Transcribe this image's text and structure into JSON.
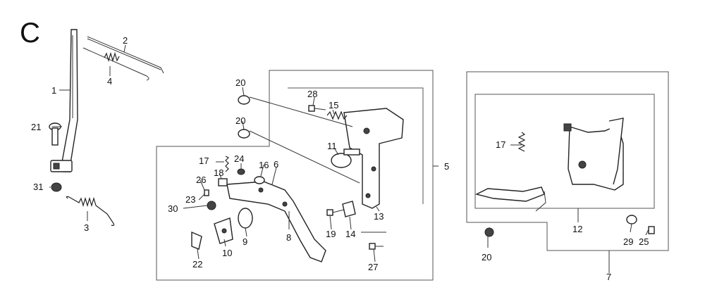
{
  "section_letter": "C",
  "callouts": [
    "1",
    "2",
    "3",
    "4",
    "5",
    "6",
    "7",
    "8",
    "9",
    "10",
    "11",
    "12",
    "13",
    "14",
    "15",
    "16",
    "17",
    "17",
    "18",
    "19",
    "20",
    "20",
    "20",
    "21",
    "22",
    "23",
    "24",
    "25",
    "26",
    "27",
    "28",
    "29",
    "30",
    "31"
  ]
}
